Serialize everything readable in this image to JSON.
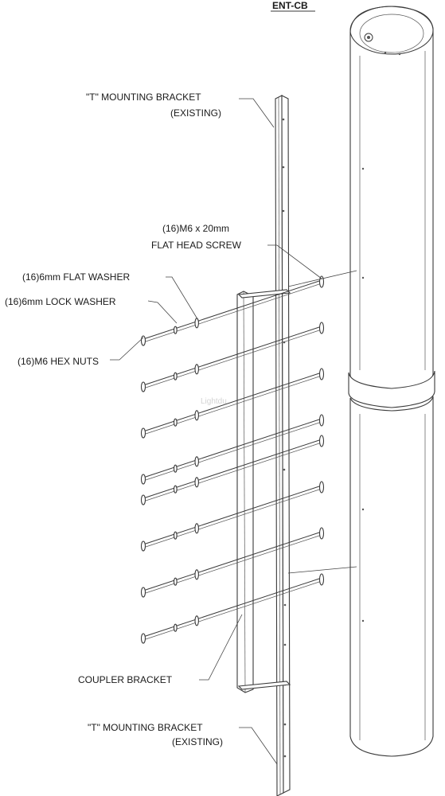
{
  "drawing": {
    "model": "ENT-CB",
    "watermark": "Lightdu",
    "labels": {
      "t_bracket_top": [
        "\"T\" MOUNTING BRACKET",
        "(EXISTING)"
      ],
      "flat_head_screw": [
        "(16)M6 x 20mm",
        "FLAT HEAD SCREW"
      ],
      "flat_washer": "(16)6mm FLAT WASHER",
      "lock_washer": "(16)6mm LOCK WASHER",
      "hex_nuts": "(16)M6 HEX NUTS",
      "coupler_bracket": "COUPLER BRACKET",
      "t_bracket_bottom": [
        "\"T\" MOUNTING BRACKET",
        "(EXISTING)"
      ]
    }
  }
}
